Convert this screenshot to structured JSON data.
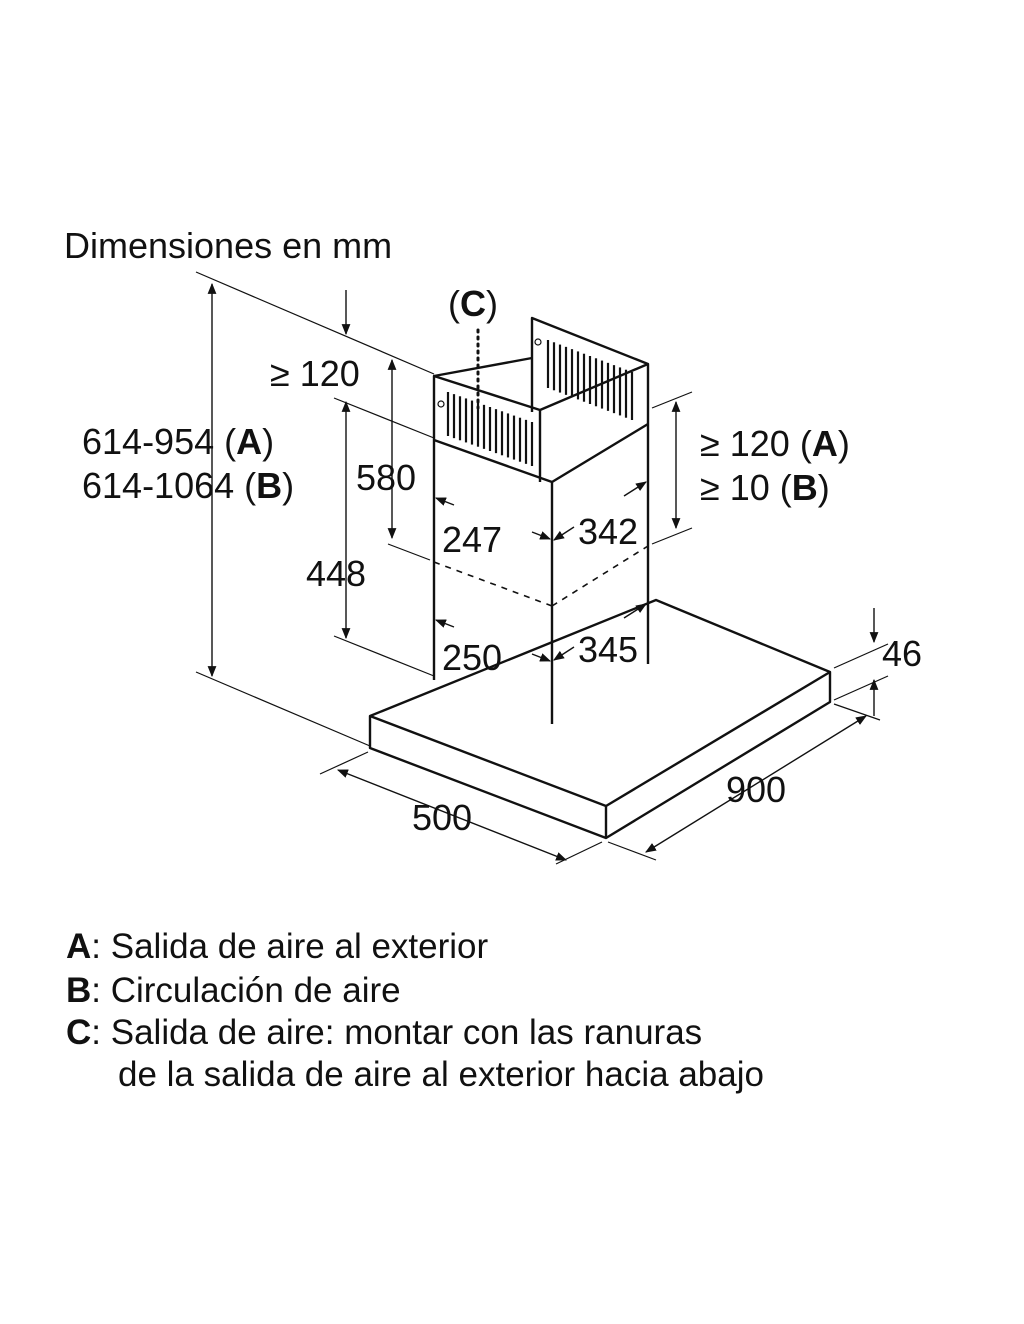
{
  "title": "Dimensiones en mm",
  "callout_c": {
    "open": "(",
    "letter": "C",
    "close": ")"
  },
  "dimensions": {
    "total_height_a": {
      "value": "614-954 (",
      "letter": "A",
      "close": ")"
    },
    "total_height_b": {
      "value": "614-1064 (",
      "letter": "B",
      "close": ")"
    },
    "top_clearance": "≥ 120",
    "upper_chimney_height": "580",
    "lower_chimney_height": "448",
    "upper_chimney_width": "247",
    "upper_chimney_depth": "342",
    "lower_chimney_width": "250",
    "lower_chimney_depth": "345",
    "overlap_a": {
      "value": "≥ 120 (",
      "letter": "A",
      "close": ")"
    },
    "overlap_b": {
      "value": "≥ 10 (",
      "letter": "B",
      "close": ")"
    },
    "canopy_thickness": "46",
    "canopy_width": "900",
    "canopy_depth": "500"
  },
  "legend": [
    {
      "key": "A",
      "text": ": Salida de aire al exterior"
    },
    {
      "key": "B",
      "text": ": Circulación de aire"
    },
    {
      "key": "C",
      "text": ": Salida de aire: montar con las ranuras"
    },
    {
      "key": "",
      "text": "de la salida de aire al exterior hacia abajo"
    }
  ]
}
